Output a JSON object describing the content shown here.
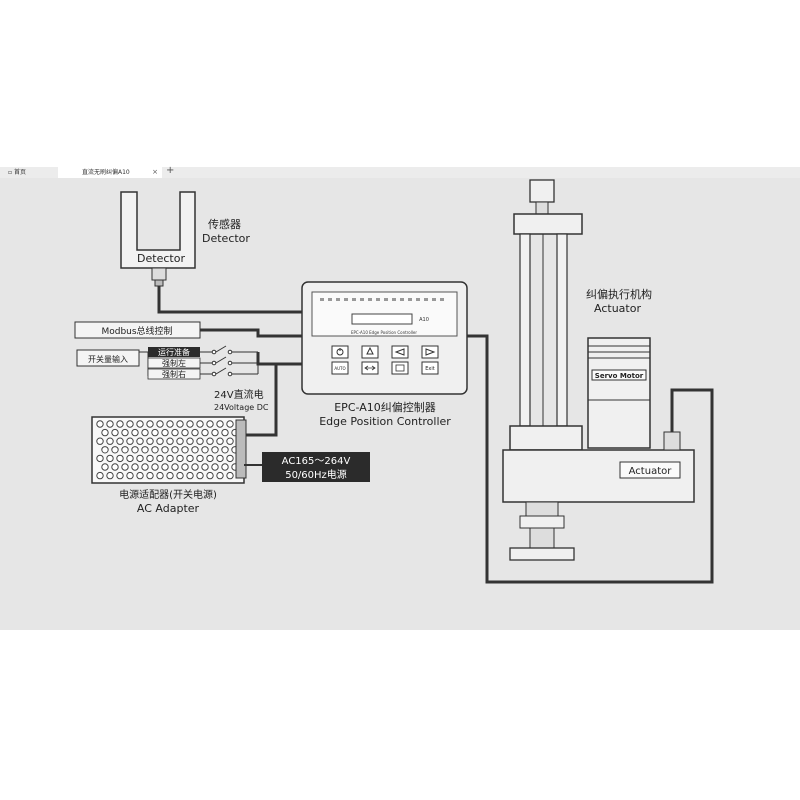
{
  "tabs": {
    "home_label": "首页",
    "active_label": "直流无刷纠偏A10",
    "close_symbol": "×",
    "new_symbol": "+"
  },
  "detector": {
    "label_cn": "传感器",
    "label_en": "Detector",
    "box_label": "Detector"
  },
  "inputs": {
    "modbus": "Modbus总线控制",
    "switch_input": "开关量输入",
    "run_ready": "运行准备",
    "force_left": "强制左",
    "force_right": "强制右"
  },
  "power24": {
    "label_cn": "24V直流电",
    "label_en": "24Voltage DC"
  },
  "adapter": {
    "label_cn": "电源适配器(开关电源)",
    "label_en": "AC Adapter",
    "ac_range": "AC165～264V",
    "ac_freq": "50/60Hz电源"
  },
  "controller": {
    "model_label": "EPC-A10   Edge Position Controller",
    "logo_text": "A10",
    "btn_auto": "AUTO",
    "btn_exit": "Exit",
    "caption_cn": "EPC-A10纠偏控制器",
    "caption_en": "Edge Position Controller"
  },
  "actuator": {
    "label_cn": "纠偏执行机构",
    "label_en": "Actuator",
    "motor_label": "Servo Motor",
    "body_label": "Actuator"
  },
  "colors": {
    "canvas_bg": "#e6e6e6",
    "line": "#333333",
    "dark_box": "#2b2b2b"
  }
}
